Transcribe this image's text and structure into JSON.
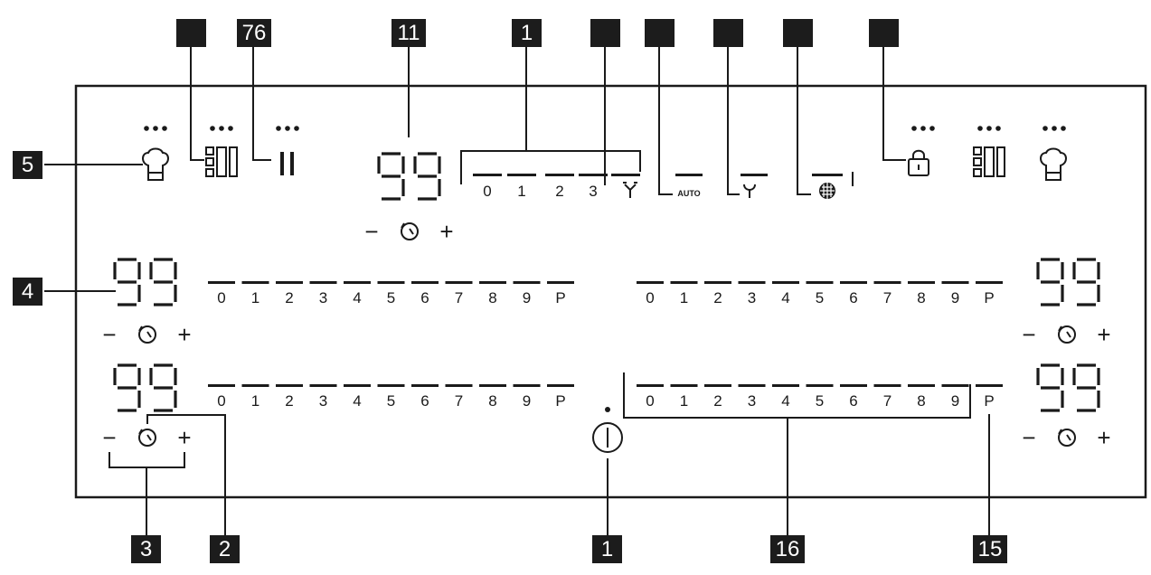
{
  "callouts": {
    "c1": "1",
    "c2": "2",
    "c3": "3",
    "c4": "4",
    "c5": "5",
    "c76": "76",
    "c11": "11",
    "c15": "15",
    "c16": "16",
    "c13": "1"
  },
  "zones": {
    "display": "99",
    "levels": [
      "0",
      "1",
      "2",
      "3",
      "4",
      "5",
      "6",
      "7",
      "8",
      "9",
      "P"
    ],
    "minus": "−",
    "plus": "+"
  },
  "hob2hood": {
    "display": "99",
    "fan_levels": [
      "0",
      "1",
      "2",
      "3"
    ],
    "auto_label": "AUTO"
  },
  "icons": {
    "left": [
      "chef-hat-icon",
      "bridge-zone-icon",
      "pause-icon"
    ],
    "right": [
      "lock-icon",
      "bridge-zone-icon",
      "chef-hat-icon"
    ],
    "power": "power-icon",
    "timer": "timer-icon",
    "fan": "fan-icon",
    "light": "light-icon",
    "filter": "filter-icon"
  }
}
